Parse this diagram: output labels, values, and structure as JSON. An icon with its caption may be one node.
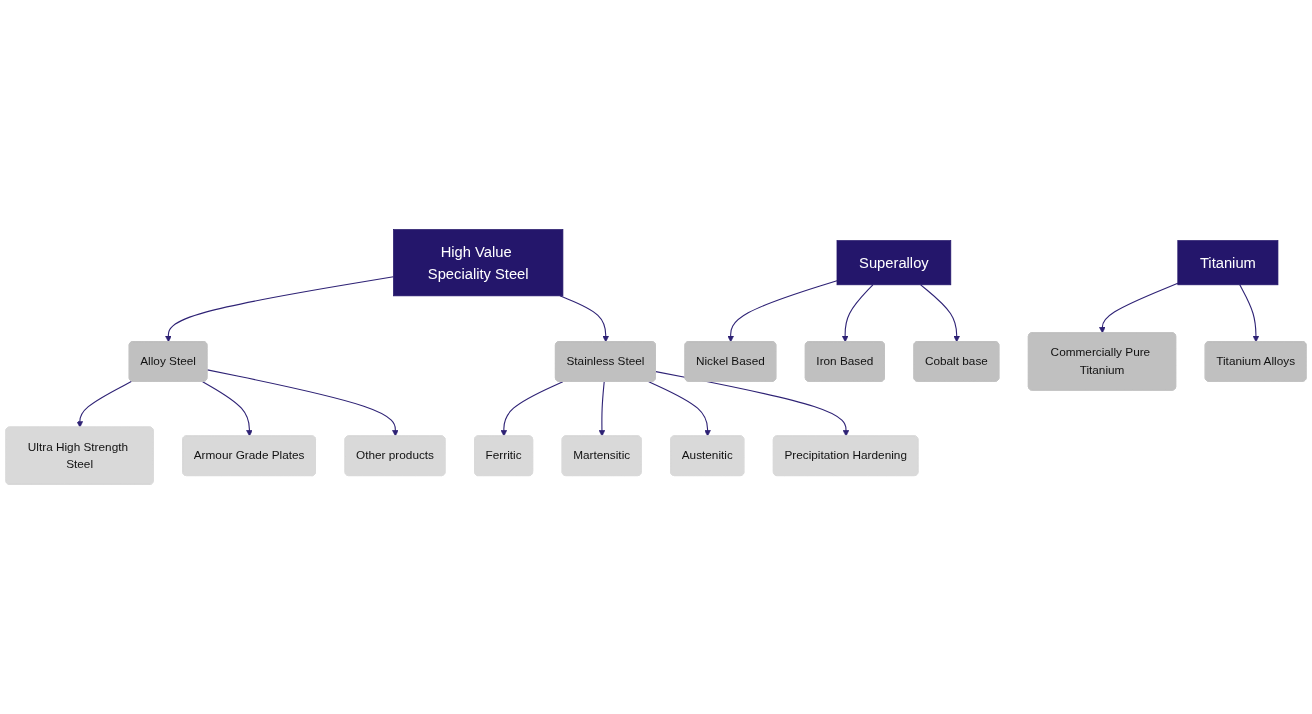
{
  "diagram": {
    "nodes": [
      {
        "text": [
          "High Value Speciality Steel"
        ]
      },
      {
        "text": [
          "Superalloy"
        ]
      },
      {
        "text": [
          "Titanium"
        ]
      },
      {
        "text": [
          "Alloy Steel"
        ]
      },
      {
        "text": [
          "Stainless Steel"
        ]
      },
      {
        "text": [
          "Ultra High Strength Steel"
        ]
      },
      {
        "text": [
          "Armour Grade Plates"
        ]
      },
      {
        "text": [
          "Other products"
        ]
      },
      {
        "text": [
          "Ferritic"
        ]
      },
      {
        "text": [
          "Martensitic"
        ]
      },
      {
        "text": [
          "Austenitic"
        ]
      },
      {
        "text": [
          "Precipitation Hardening"
        ]
      },
      {
        "text": [
          "Nickel Based"
        ]
      },
      {
        "text": [
          "Iron Based"
        ]
      },
      {
        "text": [
          "Cobalt base"
        ]
      },
      {
        "text": [
          "Commercially Pure Titanium"
        ]
      },
      {
        "text": [
          "Titanium Alloys"
        ]
      }
    ],
    "edges": [
      {
        "from": 0,
        "to": 3,
        "arrow": "to"
      },
      {
        "from": 0,
        "to": 4,
        "arrow": "to"
      },
      {
        "from": 3,
        "to": 5,
        "arrow": "to"
      },
      {
        "from": 3,
        "to": 6,
        "arrow": "to"
      },
      {
        "from": 3,
        "to": 7,
        "arrow": "to"
      },
      {
        "from": 4,
        "to": 8,
        "arrow": "to"
      },
      {
        "from": 4,
        "to": 9,
        "arrow": "to"
      },
      {
        "from": 4,
        "to": 10,
        "arrow": "to"
      },
      {
        "from": 4,
        "to": 11,
        "arrow": "to"
      },
      {
        "from": 1,
        "to": 12,
        "arrow": "to"
      },
      {
        "from": 1,
        "to": 13,
        "arrow": "to"
      },
      {
        "from": 1,
        "to": 14,
        "arrow": "to"
      },
      {
        "from": 2,
        "to": 15,
        "arrow": "to"
      },
      {
        "from": 2,
        "to": 16,
        "arrow": "to"
      }
    ]
  }
}
